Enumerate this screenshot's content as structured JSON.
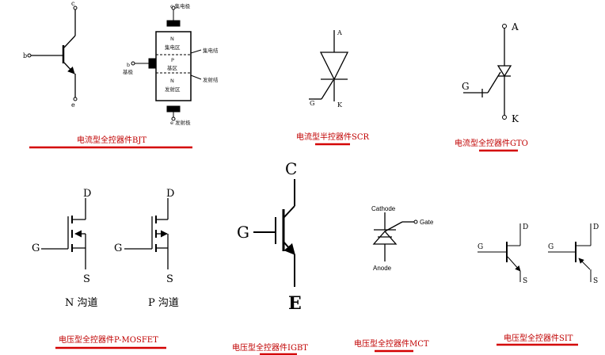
{
  "bjt": {
    "caption": "电流型全控器件BJT",
    "terminals": {
      "collector": "c",
      "base": "b",
      "emitter": "e"
    },
    "structure": {
      "top_terminal": "c 集电极",
      "n_top": "N",
      "collector_region": "集电区",
      "collector_junction": "集电结",
      "p": "P",
      "base_region": "基区",
      "emitter_junction": "发射结",
      "n_bottom": "N",
      "emitter_region": "发射区",
      "base_terminal": "b",
      "base_label": "基极",
      "bottom_terminal": "e 发射极"
    }
  },
  "scr": {
    "caption": "电流型半控器件SCR",
    "anode": "A",
    "gate": "G",
    "cathode": "K"
  },
  "gto": {
    "caption": "电流型全控器件GTO",
    "anode": "A",
    "gate": "G",
    "cathode": "K"
  },
  "mosfet": {
    "caption": "电压型全控器件P-MOSFET",
    "n": {
      "drain": "D",
      "gate": "G",
      "source": "S",
      "name": "N 沟道"
    },
    "p": {
      "drain": "D",
      "gate": "G",
      "source": "S",
      "name": "P 沟道"
    }
  },
  "igbt": {
    "caption": "电压型全控器件IGBT",
    "collector": "C",
    "gate": "G",
    "emitter": "E"
  },
  "mct": {
    "caption": "电压型全控器件MCT",
    "cathode": "Cathode",
    "gate": "Gate",
    "anode": "Anode"
  },
  "sit": {
    "caption": "电压型全控器件SIT",
    "a": {
      "gate": "G",
      "drain": "D",
      "source": "S"
    },
    "b": {
      "gate": "G",
      "drain": "D",
      "source": "S"
    }
  },
  "colors": {
    "underline": "#d40000",
    "caption": "#c00000",
    "ink": "#000000"
  }
}
